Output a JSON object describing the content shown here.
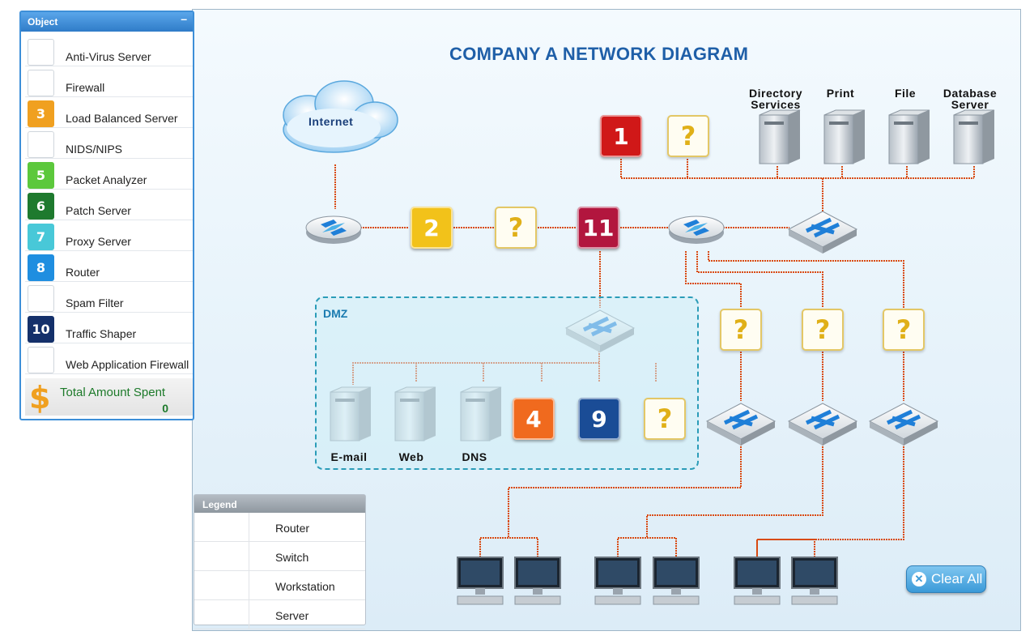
{
  "title": "COMPANY A NETWORK DIAGRAM",
  "internet_label": "Internet",
  "top_servers": [
    {
      "label": "Directory Services"
    },
    {
      "label": "Print"
    },
    {
      "label": "File"
    },
    {
      "label": "Database Server"
    }
  ],
  "dmz": {
    "label": "DMZ",
    "servers": [
      {
        "label": "E-mail"
      },
      {
        "label": "Web"
      },
      {
        "label": "DNS"
      }
    ]
  },
  "placed_tiles": [
    {
      "id": "tile-1",
      "text": "1",
      "color": "#d01818"
    },
    {
      "id": "tile-2",
      "text": "2",
      "color": "#f2c21a"
    },
    {
      "id": "tile-11",
      "text": "11",
      "color": "#b2163e"
    },
    {
      "id": "tile-4",
      "text": "4",
      "color": "#f06a1e"
    },
    {
      "id": "tile-9",
      "text": "9",
      "color": "#1a4c96"
    }
  ],
  "empty_slot_symbol": "?",
  "clear_all_label": "Clear All",
  "object_panel": {
    "title": "Object",
    "minimize_symbol": "–",
    "items": [
      {
        "label": "Anti-Virus Server",
        "chip": "",
        "color": ""
      },
      {
        "label": "Firewall",
        "chip": "",
        "color": ""
      },
      {
        "label": "Load Balanced Server",
        "chip": "3",
        "color": "#f0a020"
      },
      {
        "label": "NIDS/NIPS",
        "chip": "",
        "color": ""
      },
      {
        "label": "Packet Analyzer",
        "chip": "5",
        "color": "#5cc83c"
      },
      {
        "label": "Patch Server",
        "chip": "6",
        "color": "#1e7a2e"
      },
      {
        "label": "Proxy Server",
        "chip": "7",
        "color": "#48c8d8"
      },
      {
        "label": "Router",
        "chip": "8",
        "color": "#1f8ee0"
      },
      {
        "label": "Spam Filter",
        "chip": "",
        "color": ""
      },
      {
        "label": "Traffic Shaper",
        "chip": "10",
        "color": "#14306a"
      },
      {
        "label": "Web Application Firewall",
        "chip": "",
        "color": ""
      }
    ],
    "total_label": "Total Amount Spent",
    "total_value": "0",
    "currency_symbol": "$"
  },
  "legend": {
    "title": "Legend",
    "items": [
      {
        "label": "Router",
        "icon": "router-icon"
      },
      {
        "label": "Switch",
        "icon": "switch-icon"
      },
      {
        "label": "Workstation",
        "icon": "workstation-icon"
      },
      {
        "label": "Server",
        "icon": "server-icon"
      }
    ]
  }
}
